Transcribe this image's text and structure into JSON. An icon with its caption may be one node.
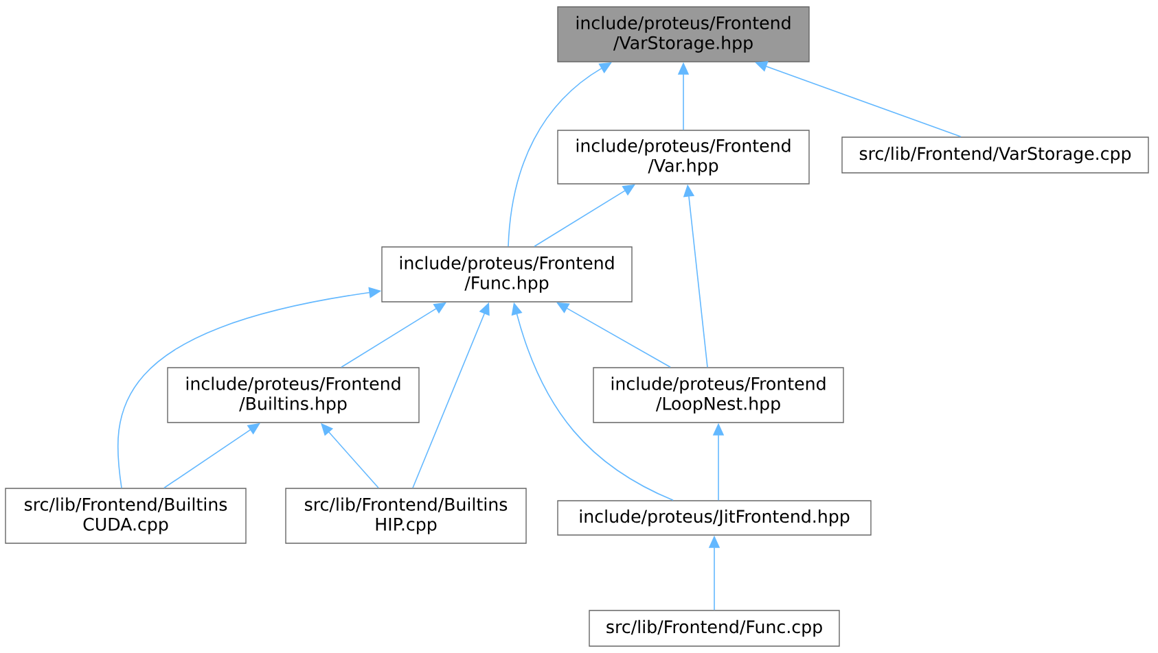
{
  "diagram": {
    "nodes": [
      {
        "text": [
          "include/proteus/Frontend /VarStorage.hpp"
        ]
      },
      {
        "text": [
          "include/proteus/Frontend /Var.hpp"
        ]
      },
      {
        "text": [
          "src/lib/Frontend/VarStorage.cpp"
        ]
      },
      {
        "text": [
          "include/proteus/Frontend /Func.hpp"
        ]
      },
      {
        "text": [
          "include/proteus/Frontend /Builtins.hpp"
        ]
      },
      {
        "text": [
          "include/proteus/Frontend /LoopNest.hpp"
        ]
      },
      {
        "text": [
          "src/lib/Frontend/Builtins CUDA.cpp"
        ]
      },
      {
        "text": [
          "src/lib/Frontend/Builtins HIP.cpp"
        ]
      },
      {
        "text": [
          "include/proteus/JitFrontend.hpp"
        ]
      },
      {
        "text": [
          "src/lib/Frontend/Func.cpp"
        ]
      }
    ],
    "edges": [
      {
        "from": 1,
        "to": 0,
        "arrow": "to"
      },
      {
        "from": 3,
        "to": 0,
        "arrow": "to"
      },
      {
        "from": 2,
        "to": 0,
        "arrow": "to"
      },
      {
        "from": 3,
        "to": 1,
        "arrow": "to"
      },
      {
        "from": 5,
        "to": 1,
        "arrow": "to"
      },
      {
        "from": 4,
        "to": 3,
        "arrow": "to"
      },
      {
        "from": 5,
        "to": 3,
        "arrow": "to"
      },
      {
        "from": 6,
        "to": 3,
        "arrow": "to"
      },
      {
        "from": 7,
        "to": 3,
        "arrow": "to"
      },
      {
        "from": 8,
        "to": 3,
        "arrow": "to"
      },
      {
        "from": 6,
        "to": 4,
        "arrow": "to"
      },
      {
        "from": 7,
        "to": 4,
        "arrow": "to"
      },
      {
        "from": 8,
        "to": 5,
        "arrow": "to"
      },
      {
        "from": 9,
        "to": 8,
        "arrow": "to"
      }
    ]
  }
}
